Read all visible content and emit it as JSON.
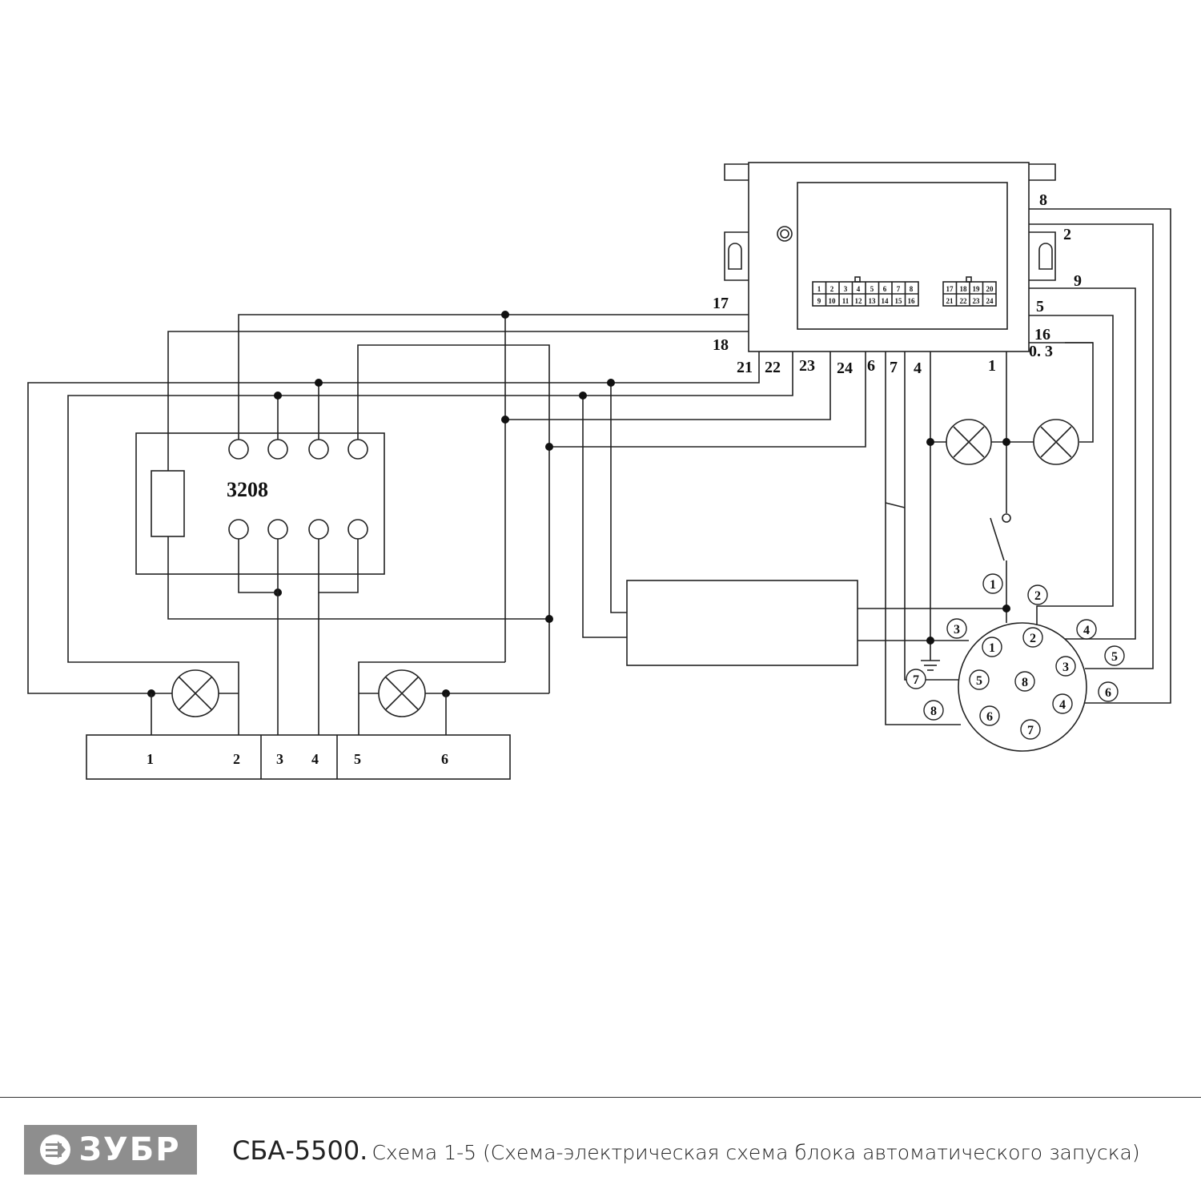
{
  "diagram": {
    "block_3208_label": "3208",
    "controller": {
      "top_connector": {
        "row1": [
          "1",
          "2",
          "3",
          "4",
          "5",
          "6",
          "7",
          "8"
        ],
        "row2": [
          "9",
          "10",
          "11",
          "12",
          "13",
          "14",
          "15",
          "16"
        ]
      },
      "side_connector": {
        "row1": [
          "17",
          "18",
          "19",
          "20"
        ],
        "row2": [
          "21",
          "22",
          "23",
          "24"
        ]
      },
      "left_pins": [
        "17",
        "18"
      ],
      "bottom_pins": [
        "21",
        "22",
        "23",
        "24",
        "6",
        "7",
        "4",
        "1"
      ],
      "right_pins": [
        "8",
        "2",
        "9",
        "5",
        "16"
      ],
      "right_note": "0. 3"
    },
    "terminal_strip": [
      "1",
      "2",
      "3",
      "4",
      "5",
      "6"
    ],
    "plug_inner": [
      "1",
      "2",
      "3",
      "4",
      "5",
      "6",
      "7",
      "8"
    ],
    "plug_outer": [
      "1",
      "2",
      "3",
      "4",
      "5",
      "6",
      "7",
      "8"
    ]
  },
  "footer": {
    "brand": "ЗУБР",
    "brand_icon": "arrow-circle-logo-icon",
    "model": "СБА-5500.",
    "caption": "Схема 1-5 (Схема-электрическая схема блока автоматического запуска)"
  }
}
